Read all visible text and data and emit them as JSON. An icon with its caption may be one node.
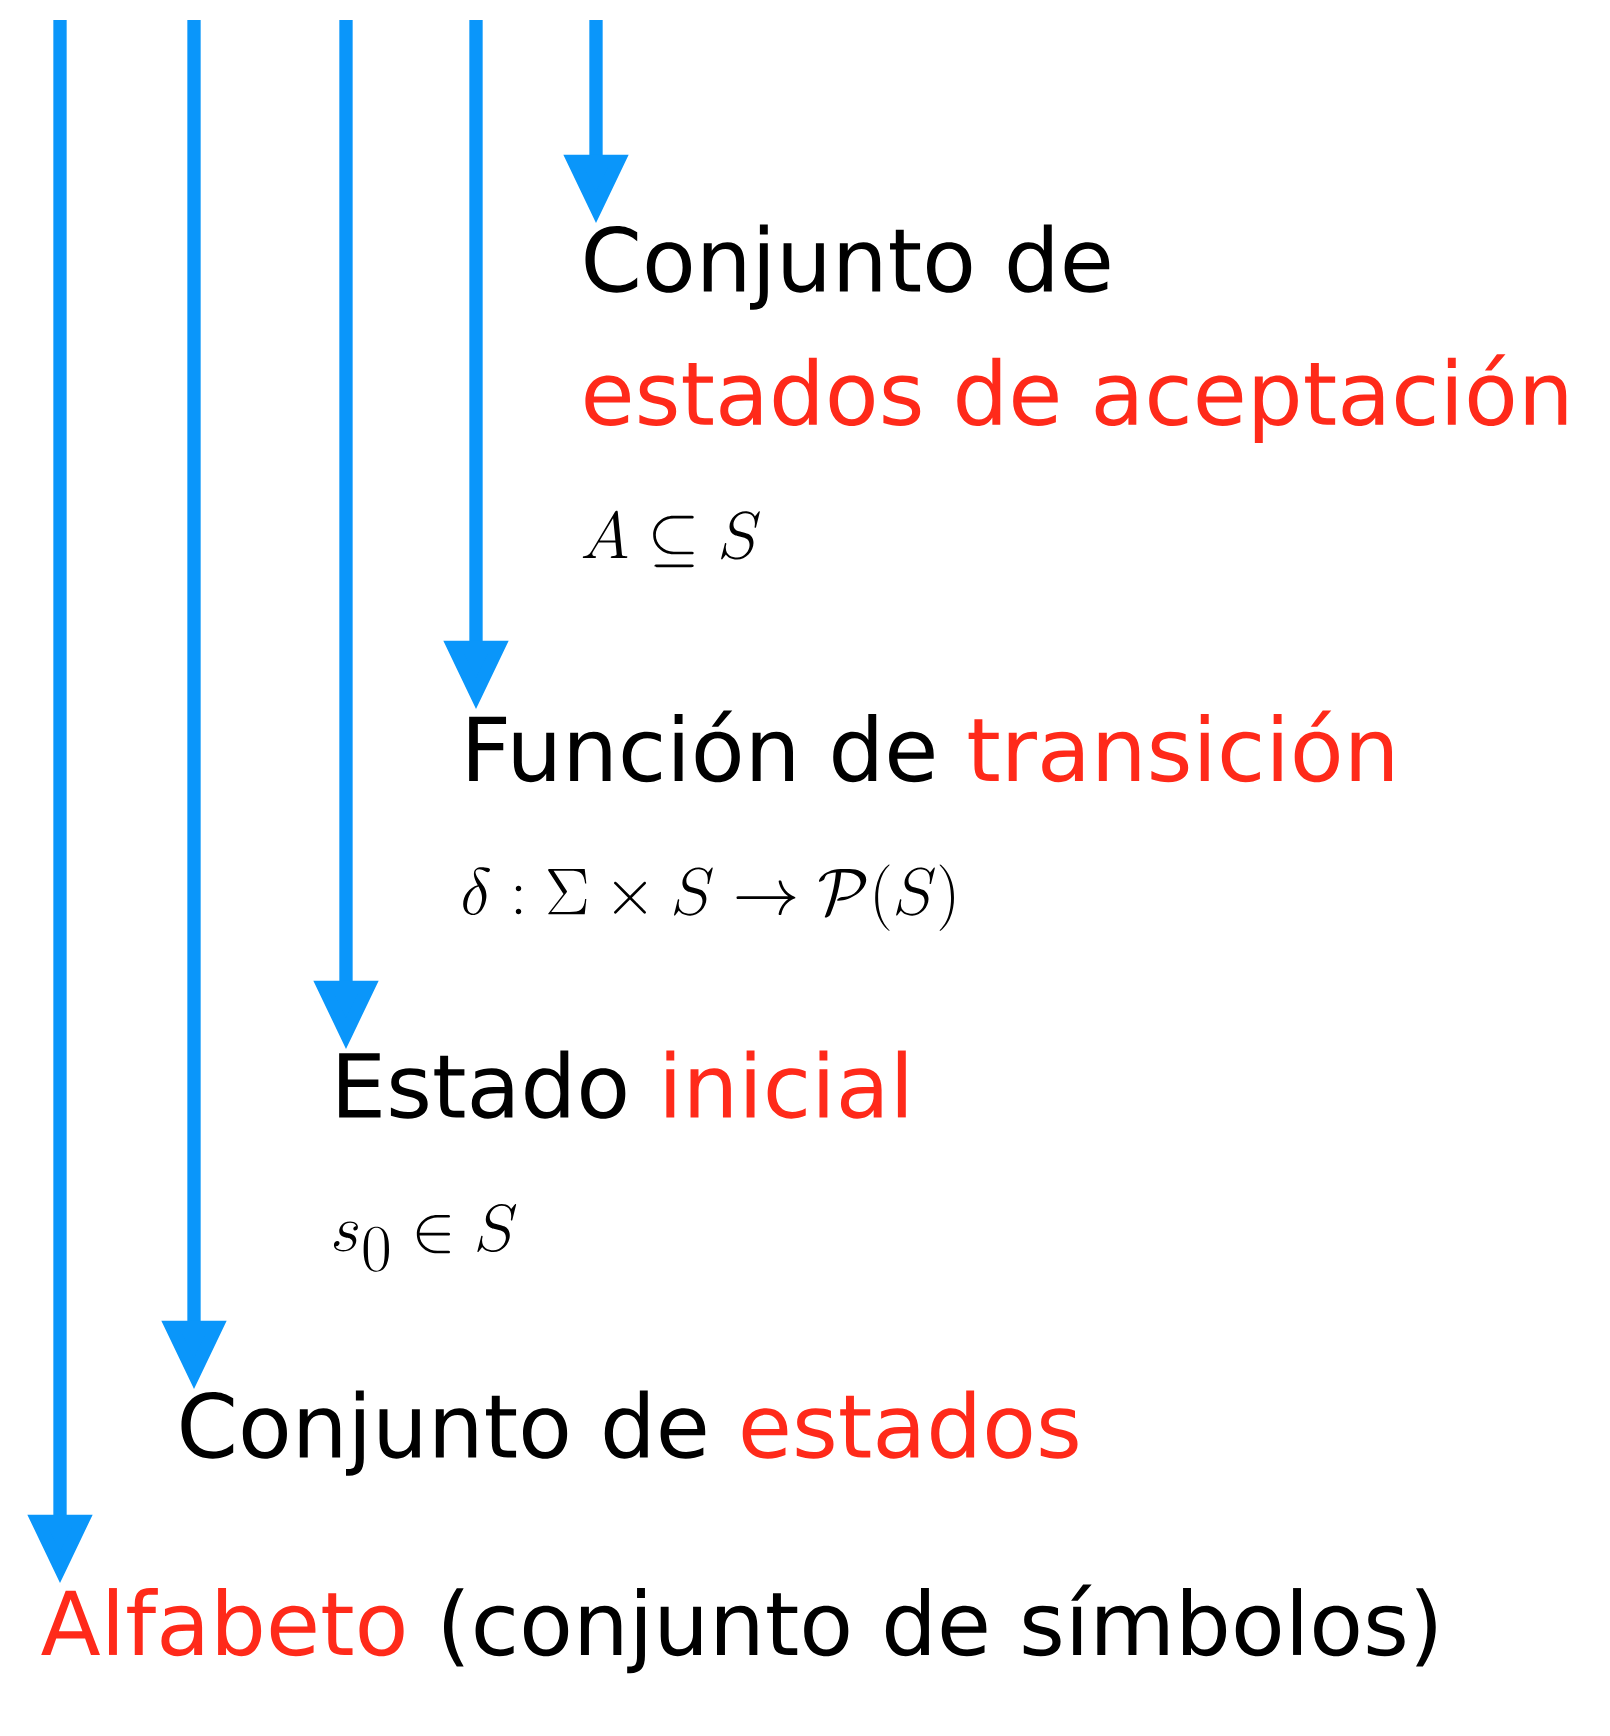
{
  "diagram": {
    "nodes": [
      {
        "text": [
          "Conjunto de",
          "estados de aceptación",
          "A \\subseteq S"
        ]
      },
      {
        "text": [
          "Función de",
          "transición",
          "\\delta : \\Sigma \\times S \\to \\mathcal{P}(S)"
        ]
      },
      {
        "text": [
          "Estado",
          "inicial",
          "s_0 \\in S"
        ]
      },
      {
        "text": [
          "Conjunto de",
          "estados"
        ]
      },
      {
        "text": [
          "Alfabeto",
          "(conjunto de símbolos)"
        ]
      }
    ],
    "edges": [
      {
        "from": null,
        "to": 0,
        "arrow": "to"
      },
      {
        "from": null,
        "to": 1,
        "arrow": "to"
      },
      {
        "from": null,
        "to": 2,
        "arrow": "to"
      },
      {
        "from": null,
        "to": 3,
        "arrow": "to"
      },
      {
        "from": null,
        "to": 4,
        "arrow": "to"
      }
    ]
  }
}
